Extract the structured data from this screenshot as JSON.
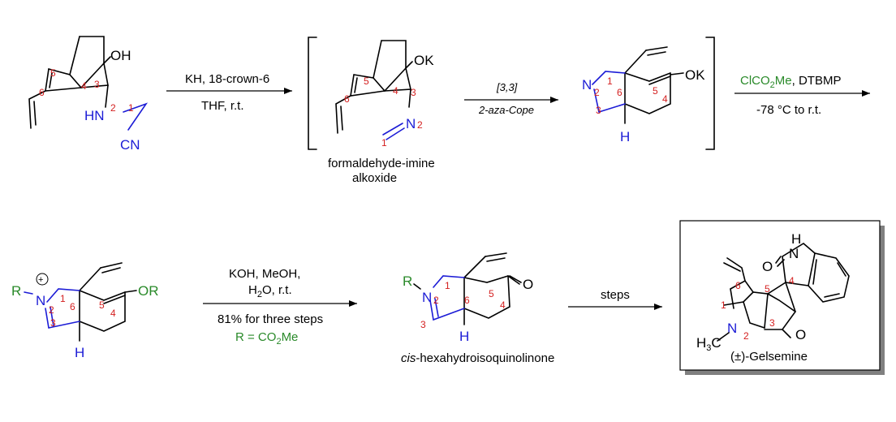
{
  "arrow1": {
    "line1": "KH, 18-crown-6",
    "line2": "THF,  r.t."
  },
  "arrow2": {
    "line1": "[3,3]",
    "line2": "2-aza-Cope"
  },
  "arrow3": {
    "reagent_a": "ClCO",
    "reagent_sub": "2",
    "reagent_b": "Me",
    "reagent_c": ", DTBMP",
    "line2": "-78 °C to r.t."
  },
  "arrow4": {
    "line1": "KOH, MeOH,",
    "line2_a": "H",
    "line2_sub": "2",
    "line2_b": "O, r.t.",
    "line3": "81% for three steps",
    "line4_a": "R = CO",
    "line4_sub": "2",
    "line4_b": "Me"
  },
  "arrow5": {
    "line1": "steps"
  },
  "intermediate_caption": {
    "line1": "formaldehyde-imine",
    "line2": "alkoxide"
  },
  "product_caption": {
    "italic": "cis",
    "rest": "-hexahydroisoquinolinone"
  },
  "final_caption": "(±)-Gelsemine",
  "atoms": {
    "oh": "OH",
    "hn": "HN",
    "cn": "CN",
    "ok": "OK",
    "n": "N",
    "h": "H",
    "r": "R",
    "or": "OR",
    "o": "O",
    "nh_h": "H",
    "nh_n": "N",
    "ch3": "H",
    "ch3_sub": "3",
    "ch3_c": "C",
    "plus": "+"
  },
  "numbers": {
    "n1": "1",
    "n2": "2",
    "n3": "3",
    "n4": "4",
    "n5": "5",
    "n6": "6"
  }
}
